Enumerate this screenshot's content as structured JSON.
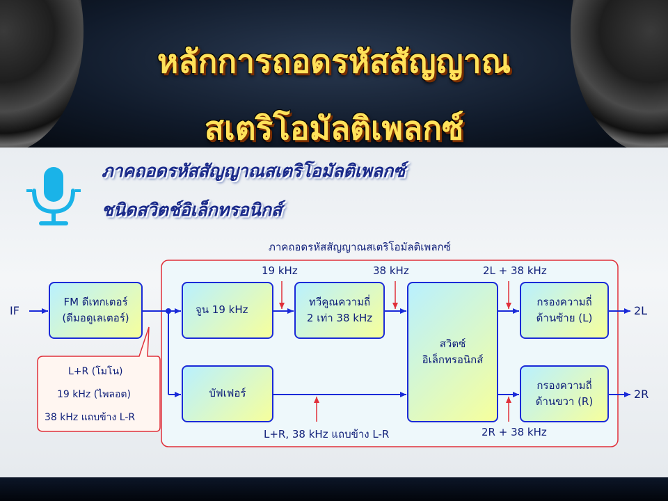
{
  "header": {
    "title_line1": "หลักการถอดรหัสสัญญาณ",
    "title_line2": "สเตริโอมัลติเพลกซ์"
  },
  "subheading": {
    "line1": "ภาคถอดรหัสสัญญาณสเตริโอมัลติเพลกซ์",
    "line2": "ชนิดสวิตช์อิเล็กทรอนิกส์"
  },
  "icons": {
    "heading_icon": "microphone-icon"
  },
  "colors": {
    "title_yellow": "#ffe25a",
    "block_border": "#1a2ad8",
    "group_border": "#e0303a",
    "text_blue": "#11207a"
  },
  "diagram": {
    "group_label": "ภาคถอดรหัสสัญญาณสเตริโอมัลติเพลกซ์",
    "input_label": "IF",
    "blocks": {
      "fm_detector": {
        "line1": "FM ดีเทกเตอร์",
        "line2": "(ดีมอดูเลเตอร์)"
      },
      "tuning": {
        "line1": "จูน 19 kHz"
      },
      "doubler": {
        "line1": "ทวีคูณความถี่",
        "line2": "2 เท่า 38 kHz"
      },
      "buffer": {
        "line1": "บัฟเฟอร์"
      },
      "switch": {
        "line1": "สวิตซ์",
        "line2": "อิเล็กทรอนิกส์"
      },
      "filter_left": {
        "line1": "กรองความถี่",
        "line2": "ด้านซ้าย (L)"
      },
      "filter_right": {
        "line1": "กรองความถี่",
        "line2": "ด้านขวา (R)"
      }
    },
    "signal_labels": {
      "pilot_19": "19 kHz",
      "carrier_38": "38 kHz",
      "left_sum": "2L + 38 kHz",
      "right_sum": "2R + 38 kHz",
      "buffer_output": "L+R, 38 kHz แถบข้าง L-R"
    },
    "outputs": {
      "left": "2L",
      "right": "2R"
    },
    "callout": {
      "line1": "L+R (โมโน)",
      "line2": "19 kHz (ไพลอต)",
      "line3": "38 kHz แถบข้าง L-R"
    }
  }
}
